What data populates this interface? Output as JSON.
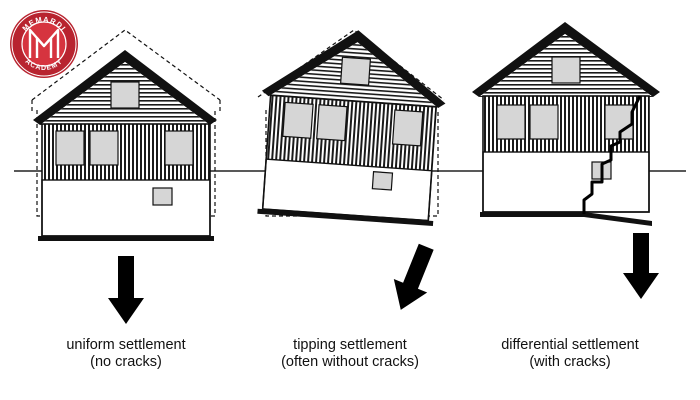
{
  "logo": {
    "text_top": "MEMARDI",
    "text_bottom": "ACADEMY",
    "colors": {
      "ring": "#b8232f",
      "inner": "#d6343f",
      "mark": "#ffffff"
    }
  },
  "panels": [
    {
      "id": "uniform",
      "title": "uniform settlement",
      "subtitle": "(no cracks)"
    },
    {
      "id": "tipping",
      "title": "tipping settlement",
      "subtitle": "(often without cracks)"
    },
    {
      "id": "differential",
      "title": "differential settlement",
      "subtitle": "(with cracks)"
    }
  ],
  "colors": {
    "ink": "#111111",
    "window": "#d6d6d6",
    "paper": "#ffffff"
  }
}
